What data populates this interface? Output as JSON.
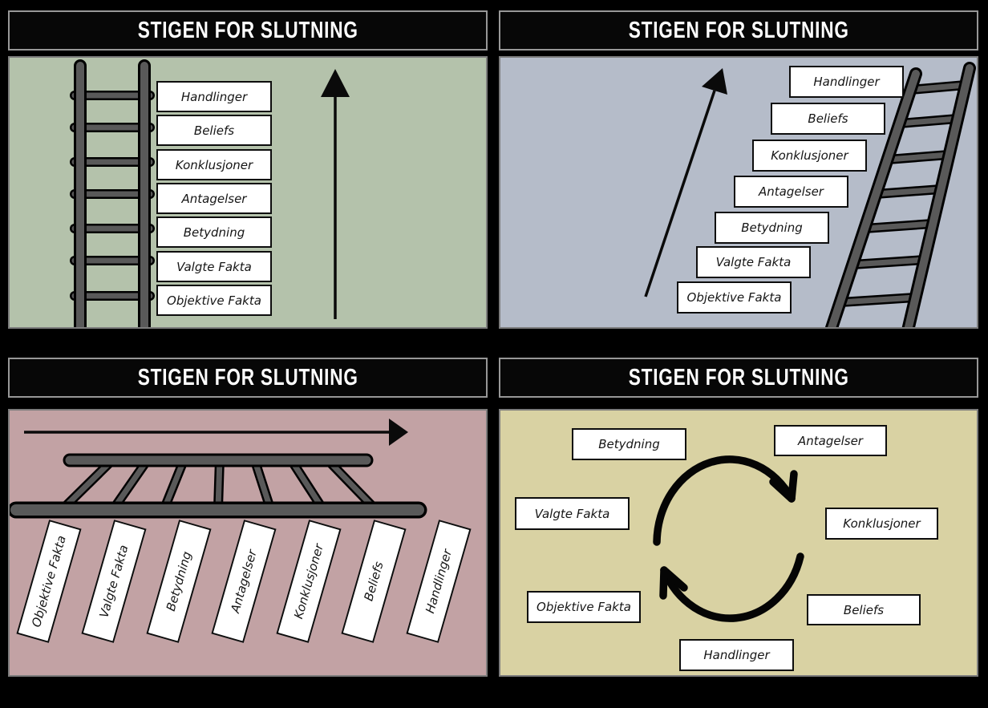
{
  "page": {
    "background": "#000000"
  },
  "colors": {
    "ladder_fill": "#595959",
    "ladder_outline": "#000000",
    "box_fill": "#ffffff",
    "box_border": "#0d0d0d",
    "title_bg": "#070707",
    "title_text_color": "#ffffff",
    "frame_border": "#979797"
  },
  "panels": [
    {
      "id": "ladder-vertical",
      "title": "STIGEN FOR SLUTNING",
      "background": "#b4c2ab",
      "graphics": [
        "vertical-ladder",
        "up-arrow"
      ],
      "labels": [
        "Handlinger",
        "Beliefs",
        "Konklusjoner",
        "Antagelser",
        "Betydning",
        "Valgte Fakta",
        "Objektive Fakta"
      ]
    },
    {
      "id": "ladder-staircase",
      "title": "STIGEN FOR SLUTNING",
      "background": "#b5bcc9",
      "graphics": [
        "diagonal-up-arrow",
        "leaning-ladder"
      ],
      "labels": [
        "Handlinger",
        "Beliefs",
        "Konklusjoner",
        "Antagelser",
        "Betydning",
        "Valgte Fakta",
        "Objektive Fakta"
      ]
    },
    {
      "id": "ladder-horizontal",
      "title": "STIGEN FOR SLUTNING",
      "background": "#c2a2a4",
      "graphics": [
        "right-arrow",
        "horizontal-ladder"
      ],
      "labels": [
        "Objektive Fakta",
        "Valgte Fakta",
        "Betydning",
        "Antagelser",
        "Konklusjoner",
        "Beliefs",
        "Handlinger"
      ]
    },
    {
      "id": "ladder-cycle",
      "title": "STIGEN FOR SLUTNING",
      "background": "#d9d2a3",
      "graphics": [
        "cycle-arrows"
      ],
      "labels": [
        "Betydning",
        "Antagelser",
        "Valgte Fakta",
        "Konklusjoner",
        "Objektive Fakta",
        "Beliefs",
        "Handlinger"
      ]
    }
  ]
}
